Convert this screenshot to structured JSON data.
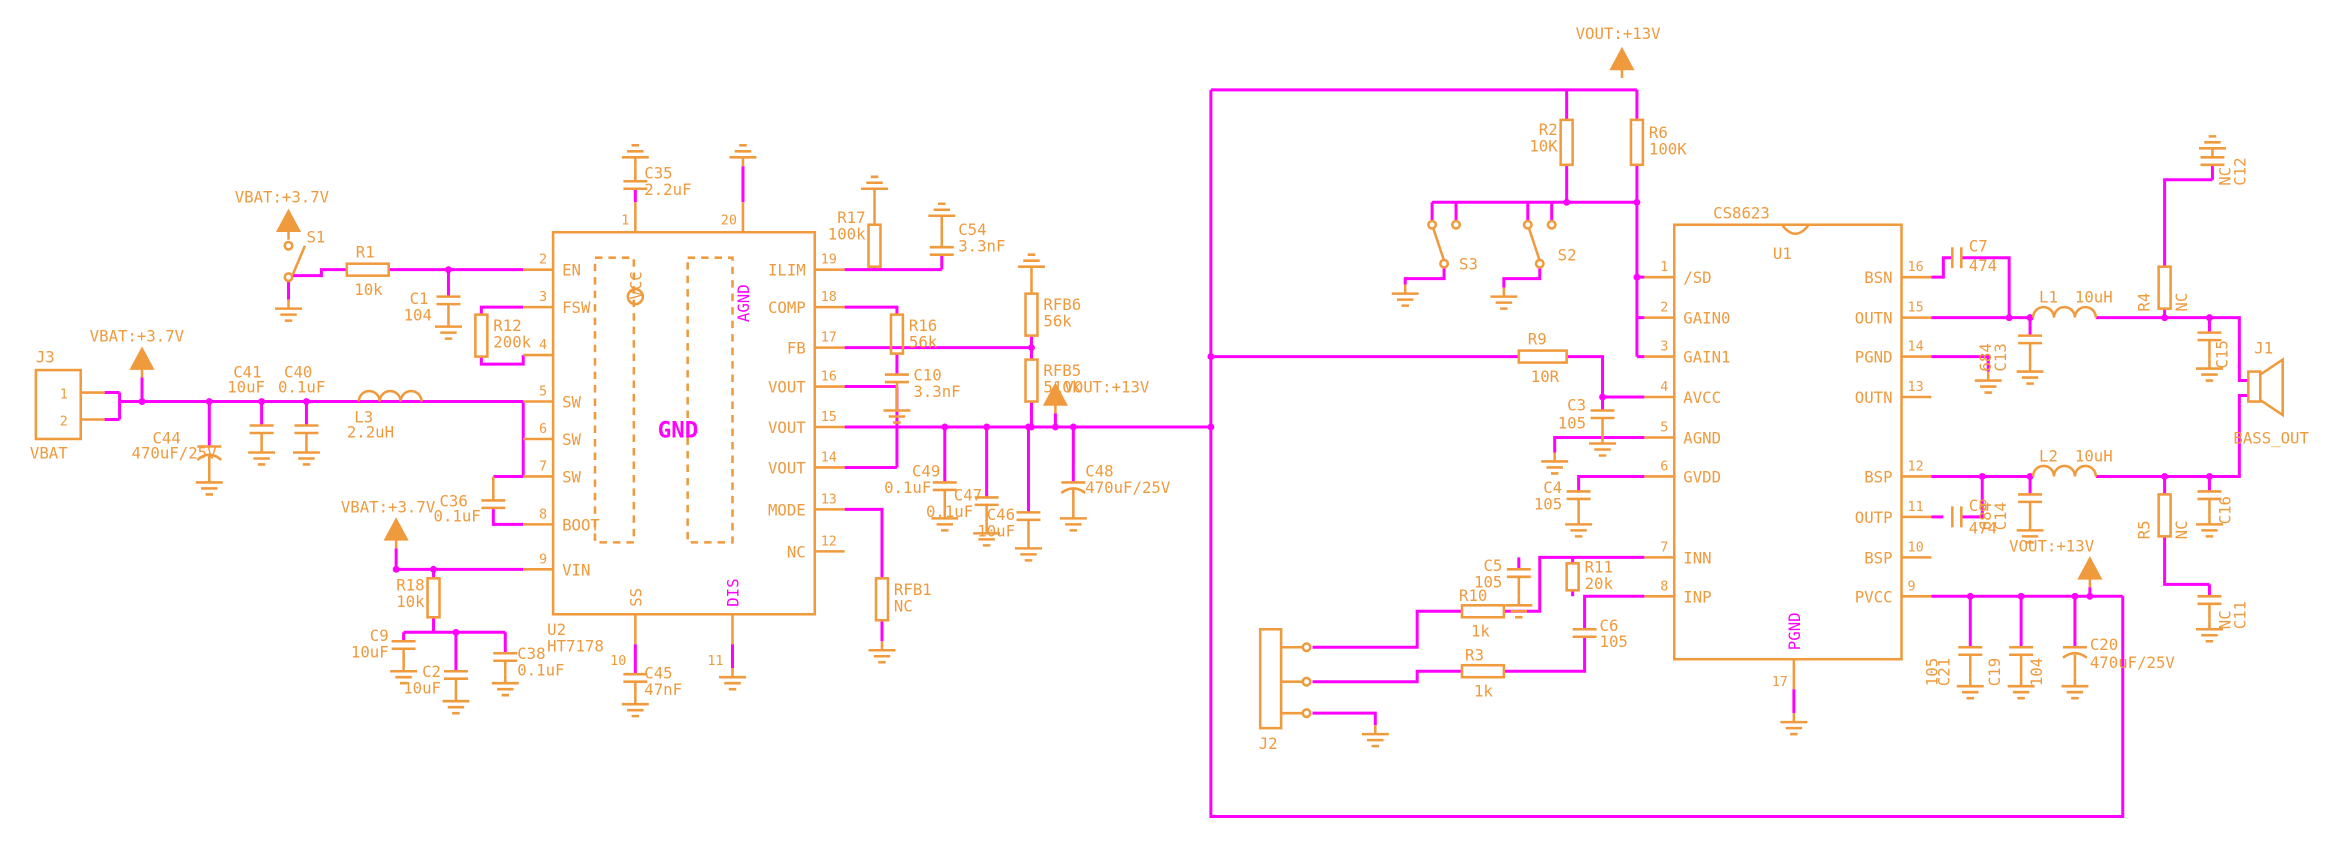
{
  "nets": {
    "vbat": "VBAT:+3.7V",
    "vout": "VOUT:+13V"
  },
  "left": {
    "j3": {
      "ref": "J3",
      "name": "VBAT",
      "p1": "1",
      "p2": "2"
    },
    "s1": {
      "ref": "S1"
    },
    "r1": {
      "ref": "R1",
      "val": "10k"
    },
    "c1": {
      "ref": "C1",
      "val": "104"
    },
    "r12": {
      "ref": "R12",
      "val": "200k"
    },
    "c41": {
      "ref": "C41",
      "val": "10uF"
    },
    "c40": {
      "ref": "C40",
      "val": "0.1uF"
    },
    "c44": {
      "ref": "C44",
      "val": "470uF/25V"
    },
    "l3": {
      "ref": "L3",
      "val": "2.2uH"
    },
    "c36": {
      "ref": "C36",
      "val": "0.1uF"
    },
    "r18": {
      "ref": "R18",
      "val": "10k"
    },
    "c9": {
      "ref": "C9",
      "val": "10uF"
    },
    "c2": {
      "ref": "C2",
      "val": "10uF"
    },
    "c38": {
      "ref": "C38",
      "val": "0.1uF"
    },
    "c35": {
      "ref": "C35",
      "val": "2.2uF"
    },
    "c45": {
      "ref": "C45",
      "val": "47nF"
    },
    "r17": {
      "ref": "R17",
      "val": "100k"
    },
    "r16": {
      "ref": "R16",
      "val": "56k"
    },
    "c54": {
      "ref": "C54",
      "val": "3.3nF"
    },
    "c10": {
      "ref": "C10",
      "val": "3.3nF"
    },
    "rfb6": {
      "ref": "RFB6",
      "val": "56k"
    },
    "rfb5": {
      "ref": "RFB5",
      "val": "510k"
    },
    "rfb1": {
      "ref": "RFB1",
      "val": "NC"
    },
    "c49": {
      "ref": "C49",
      "val": "0.1uF"
    },
    "c47": {
      "ref": "C47",
      "val": "0.1uF"
    },
    "c46": {
      "ref": "C46",
      "val": "10uF"
    },
    "c48": {
      "ref": "C48",
      "val": "470uF/25V"
    },
    "u2": {
      "ref": "U2",
      "part": "HT7178",
      "center": "GND",
      "lpins": [
        {
          "n": "2",
          "nm": "EN"
        },
        {
          "n": "3",
          "nm": "FSW"
        },
        {
          "n": "4",
          "nm": ""
        },
        {
          "n": "5",
          "nm": "SW"
        },
        {
          "n": "6",
          "nm": "SW"
        },
        {
          "n": "7",
          "nm": "SW"
        },
        {
          "n": "8",
          "nm": "BOOT"
        },
        {
          "n": "9",
          "nm": "VIN"
        }
      ],
      "rpins": [
        {
          "n": "19",
          "nm": "ILIM"
        },
        {
          "n": "18",
          "nm": "COMP"
        },
        {
          "n": "17",
          "nm": "FB"
        },
        {
          "n": "16",
          "nm": "VOUT"
        },
        {
          "n": "15",
          "nm": "VOUT"
        },
        {
          "n": "14",
          "nm": "VOUT"
        },
        {
          "n": "13",
          "nm": "MODE"
        },
        {
          "n": "12",
          "nm": "NC"
        }
      ],
      "tpins": [
        {
          "n": "1",
          "nm": "VCC"
        },
        {
          "n": "20",
          "nm": "AGND"
        }
      ],
      "bpins": [
        {
          "n": "10",
          "nm": "SS"
        },
        {
          "n": "11",
          "nm": "DIS"
        }
      ]
    }
  },
  "right": {
    "u1": {
      "ref": "U1",
      "part": "CS8623",
      "lpins": [
        {
          "n": "1",
          "nm": "/SD"
        },
        {
          "n": "2",
          "nm": "GAIN0"
        },
        {
          "n": "3",
          "nm": "GAIN1"
        },
        {
          "n": "4",
          "nm": "AVCC"
        },
        {
          "n": "5",
          "nm": "AGND"
        },
        {
          "n": "6",
          "nm": "GVDD"
        },
        {
          "n": "7",
          "nm": "INN"
        },
        {
          "n": "8",
          "nm": "INP"
        }
      ],
      "rpins": [
        {
          "n": "16",
          "nm": "BSN"
        },
        {
          "n": "15",
          "nm": "OUTN"
        },
        {
          "n": "14",
          "nm": "PGND"
        },
        {
          "n": "13",
          "nm": "OUTN"
        },
        {
          "n": "12",
          "nm": "BSP"
        },
        {
          "n": "11",
          "nm": "OUTP"
        },
        {
          "n": "10",
          "nm": "BSP"
        },
        {
          "n": "9",
          "nm": "PVCC"
        }
      ],
      "bpin": {
        "n": "17",
        "nm": "PGND"
      }
    },
    "r2": {
      "ref": "R2",
      "val": "10K"
    },
    "r6": {
      "ref": "R6",
      "val": "100K"
    },
    "s3": {
      "ref": "S3"
    },
    "s2": {
      "ref": "S2"
    },
    "r9": {
      "ref": "R9",
      "val": "10R"
    },
    "c3": {
      "ref": "C3",
      "val": "105"
    },
    "c4": {
      "ref": "C4",
      "val": "105"
    },
    "c5": {
      "ref": "C5",
      "val": "105"
    },
    "r10": {
      "ref": "R10",
      "val": "1k"
    },
    "r11": {
      "ref": "R11",
      "val": "20k"
    },
    "r3": {
      "ref": "R3",
      "val": "1k"
    },
    "c6": {
      "ref": "C6",
      "val": "105"
    },
    "j2": {
      "ref": "J2"
    },
    "c7": {
      "ref": "C7",
      "val": "474"
    },
    "c8": {
      "ref": "C8",
      "val": "474"
    },
    "l1": {
      "ref": "L1",
      "val": "10uH"
    },
    "l2": {
      "ref": "L2",
      "val": "10uH"
    },
    "c13": {
      "ref": "C13",
      "val": "684"
    },
    "c14": {
      "ref": "C14",
      "val": "684"
    },
    "c15": {
      "ref": "C15"
    },
    "c16": {
      "ref": "C16"
    },
    "r4": {
      "ref": "R4",
      "val": "NC"
    },
    "r5": {
      "ref": "R5",
      "val": "NC"
    },
    "c11": {
      "ref": "C11",
      "val": "NC"
    },
    "c12": {
      "ref": "C12",
      "val": "NC"
    },
    "c21": {
      "ref": "C21",
      "val": "105"
    },
    "c19": {
      "ref": "C19",
      "val": "104"
    },
    "c20": {
      "ref": "C20",
      "val": "470uF/25V"
    },
    "j1": {
      "ref": "J1",
      "name": "BASS_OUT"
    }
  }
}
